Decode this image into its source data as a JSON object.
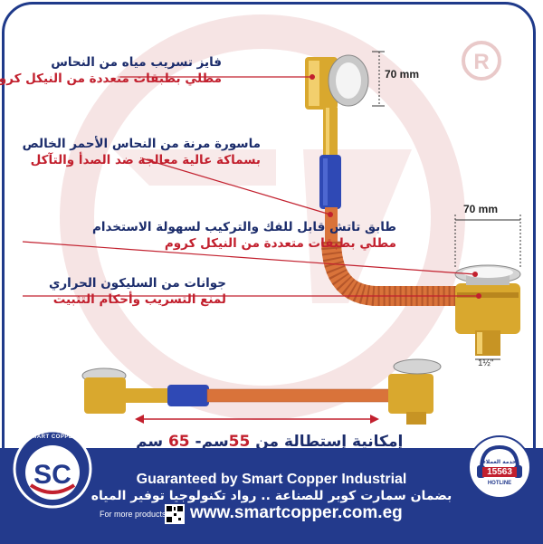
{
  "callouts": [
    {
      "line1": "فايز تسريب مياه من النحاس",
      "line2": "مطلي بطبقات متعددة من النيكل كروم"
    },
    {
      "line1": "ماسورة مرنة من النحاس الأحمر الخالص",
      "line2": "بسماكة عالية معالجة ضد الصدأ والتآكل"
    },
    {
      "line1": "طابق تاتش قابل للفك والتركيب لسهولة الاستخدام",
      "line2": "مطلي بطبقات متعددة من النيكل كروم"
    },
    {
      "line1": "جوانات من السليكون الحراري",
      "line2": "لمنع التسريب وأحكام التثبيت"
    }
  ],
  "dimensions": {
    "top": "70 mm",
    "side": "70 mm",
    "thread": "1½\""
  },
  "extension": {
    "prefix": "إمكانية إستطالة من ",
    "from": "55",
    "mid": "سم- ",
    "to": "65",
    "suffix": " سم"
  },
  "footer": {
    "guarantee": "Guaranteed by Smart Copper Industrial",
    "arabic": "بضمان سمارت كوبر للصناعة .. رواد تكنولوجيا توفير المياه",
    "visit": "For more products visit:",
    "website": "www.smartcopper.com.eg",
    "logo_text": "SMART COPPER",
    "hotline_top": "خدمة العملاء",
    "hotline_number": "15563",
    "hotline_label": "HOTLINE"
  },
  "colors": {
    "navy": "#233a8c",
    "red": "#c2202e",
    "brass": "#d9a82e",
    "copper": "#d9733a",
    "blue_sleeve": "#2f49b5"
  }
}
